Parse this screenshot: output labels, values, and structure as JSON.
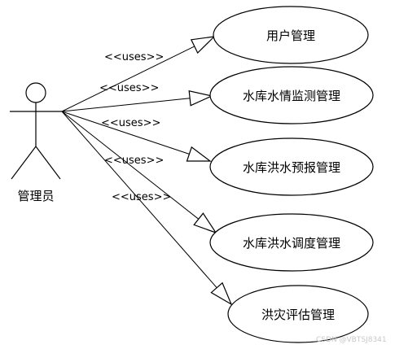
{
  "actor": {
    "name": "管理员"
  },
  "relationship_label": "<<uses>>",
  "use_cases": [
    {
      "label": "用户管理"
    },
    {
      "label": "水库水情监测管理"
    },
    {
      "label": "水库洪水预报管理"
    },
    {
      "label": "水库洪水调度管理"
    },
    {
      "label": "洪灾评估管理"
    }
  ],
  "watermark": "CSDN @VBTSJ8341"
}
